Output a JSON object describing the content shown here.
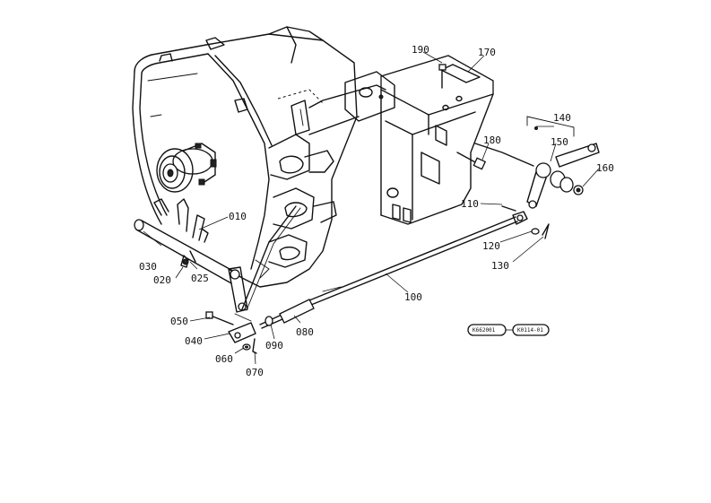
{
  "diagram": {
    "parts": [
      {
        "id": "p010",
        "label": "010"
      },
      {
        "id": "p020",
        "label": "020"
      },
      {
        "id": "p025",
        "label": "025"
      },
      {
        "id": "p030",
        "label": "030"
      },
      {
        "id": "p040",
        "label": "040"
      },
      {
        "id": "p050",
        "label": "050"
      },
      {
        "id": "p060",
        "label": "060"
      },
      {
        "id": "p070",
        "label": "070"
      },
      {
        "id": "p080",
        "label": "080"
      },
      {
        "id": "p090",
        "label": "090"
      },
      {
        "id": "p100",
        "label": "100"
      },
      {
        "id": "p110",
        "label": "110"
      },
      {
        "id": "p120",
        "label": "120"
      },
      {
        "id": "p130",
        "label": "130"
      },
      {
        "id": "p140",
        "label": "140"
      },
      {
        "id": "p150",
        "label": "150"
      },
      {
        "id": "p160",
        "label": "160"
      },
      {
        "id": "p170",
        "label": "170"
      },
      {
        "id": "p180",
        "label": "180"
      },
      {
        "id": "p190",
        "label": "190"
      }
    ],
    "references": [
      {
        "id": "ref1",
        "label": "K662001"
      },
      {
        "id": "ref2",
        "label": "K0114-01"
      }
    ]
  }
}
